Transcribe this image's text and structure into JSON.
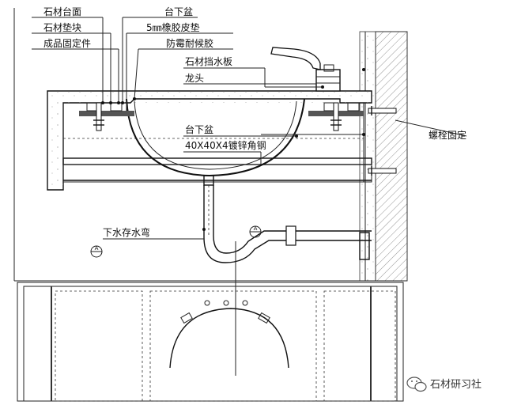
{
  "labels": {
    "stone_countertop": "石材台面",
    "stone_shim": "石材垫块",
    "fixing_part": "成品固定件",
    "undermount_basin_top": "台下盆",
    "rubber_gasket": "5㎜橡胶皮垫",
    "mildew_sealant": "防霉耐候胶",
    "stone_backsplash": "石材挡水板",
    "faucet": "龙头",
    "undermount_basin": "台下盆",
    "angle_steel": "40X40X4镀锌角钢",
    "bolt_fixing": "螺栓固定",
    "trap": "下水存水弯"
  },
  "section_markers": [
    "A",
    "A"
  ],
  "watermark": {
    "text": "石材研习社"
  }
}
